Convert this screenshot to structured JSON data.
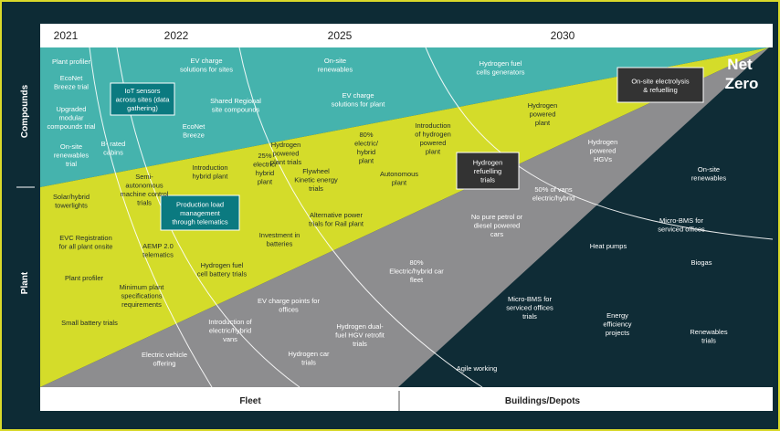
{
  "years": [
    "2021",
    "2022",
    "2025",
    "2030"
  ],
  "sides": {
    "compounds": "Compounds",
    "plant": "Plant"
  },
  "bottom": {
    "fleet": "Fleet",
    "buildings": "Buildings/Depots"
  },
  "net_zero": [
    "Net",
    "Zero"
  ],
  "colors": {
    "frame": "#d9d92a",
    "teal": "#45b3ad",
    "lime": "#d4dc2a",
    "grey": "#8d8d8f",
    "navy": "#0f2c36",
    "dark_box": "#333333",
    "teal_box": "#0b7a80"
  },
  "boxes": [
    {
      "name": "iot-sensors-box",
      "lines": [
        "IoT sensors",
        "across sites (data",
        "gathering)"
      ]
    },
    {
      "name": "production-load-box",
      "lines": [
        "Production load",
        "management",
        "through telematics"
      ]
    },
    {
      "name": "hydrogen-refuelling-box",
      "lines": [
        "Hydrogen",
        "refuelling",
        "trials"
      ]
    },
    {
      "name": "onsite-electrolysis-box",
      "lines": [
        "On-site electrolysis",
        "& refuelling"
      ]
    }
  ],
  "labels": [
    {
      "lines": [
        "Plant profiler"
      ],
      "tone": "light"
    },
    {
      "lines": [
        "EcoNet",
        "Breeze trial"
      ],
      "tone": "light"
    },
    {
      "lines": [
        "Upgraded",
        "modular",
        "compounds trial"
      ],
      "tone": "light"
    },
    {
      "lines": [
        "On-site",
        "renewables",
        "trial"
      ],
      "tone": "light"
    },
    {
      "lines": [
        "B- rated",
        "cabins"
      ],
      "tone": "light"
    },
    {
      "lines": [
        "EV charge",
        "solutions for sites"
      ],
      "tone": "light"
    },
    {
      "lines": [
        "Shared Regional",
        "site compounds"
      ],
      "tone": "light"
    },
    {
      "lines": [
        "EcoNet",
        "Breeze"
      ],
      "tone": "light"
    },
    {
      "lines": [
        "On-site",
        "renewables"
      ],
      "tone": "light"
    },
    {
      "lines": [
        "EV charge",
        "solutions for plant"
      ],
      "tone": "light"
    },
    {
      "lines": [
        "Hydrogen fuel",
        "cells generators"
      ],
      "tone": "light"
    },
    {
      "lines": [
        "Introduction",
        "of hydrogen",
        "powered",
        "plant"
      ],
      "tone": "dark"
    },
    {
      "lines": [
        "Hydrogen",
        "powered",
        "plant"
      ],
      "tone": "dark"
    },
    {
      "lines": [
        "80%",
        "electric/",
        "hybrid",
        "plant"
      ],
      "tone": "dark"
    },
    {
      "lines": [
        "Hydrogen",
        "powered",
        "plant trials"
      ],
      "tone": "dark"
    },
    {
      "lines": [
        "Introduction",
        "hybrid plant"
      ],
      "tone": "dark"
    },
    {
      "lines": [
        "Semi-",
        "autonomous",
        "machine control",
        "trials"
      ],
      "tone": "dark"
    },
    {
      "lines": [
        "25%",
        "electric/",
        "hybrid",
        "plant"
      ],
      "tone": "dark"
    },
    {
      "lines": [
        "Flywheel",
        "Kinetic energy",
        "trials"
      ],
      "tone": "dark"
    },
    {
      "lines": [
        "Autonomous",
        "plant"
      ],
      "tone": "dark"
    },
    {
      "lines": [
        "Solar/hybrid",
        "towerlights"
      ],
      "tone": "dark"
    },
    {
      "lines": [
        "EVC Registration",
        "for all plant onsite"
      ],
      "tone": "dark"
    },
    {
      "lines": [
        "AEMP 2.0",
        "telematics"
      ],
      "tone": "dark"
    },
    {
      "lines": [
        "Investment in",
        "batteries"
      ],
      "tone": "dark"
    },
    {
      "lines": [
        "Alternative power",
        "trials for Rail plant"
      ],
      "tone": "dark"
    },
    {
      "lines": [
        "Plant profiler"
      ],
      "tone": "dark"
    },
    {
      "lines": [
        "Hydrogen fuel",
        "cell battery trials"
      ],
      "tone": "dark"
    },
    {
      "lines": [
        "Minimum plant",
        "specifications",
        "requirements"
      ],
      "tone": "dark"
    },
    {
      "lines": [
        "Small battery trials"
      ],
      "tone": "dark"
    },
    {
      "lines": [
        "Hydrogen",
        "powered",
        "HGVs"
      ],
      "tone": "light"
    },
    {
      "lines": [
        "50% of vans",
        "electric/hybrid"
      ],
      "tone": "light"
    },
    {
      "lines": [
        "No pure petrol or",
        "diesel powered",
        "cars"
      ],
      "tone": "light"
    },
    {
      "lines": [
        "80%",
        "Electric/hybrid  car",
        "fleet"
      ],
      "tone": "light"
    },
    {
      "lines": [
        "EV charge points for",
        "offices"
      ],
      "tone": "light"
    },
    {
      "lines": [
        "Introduction of",
        "electric/hybrid",
        "vans"
      ],
      "tone": "light"
    },
    {
      "lines": [
        "Hydrogen dual-",
        "fuel HGV retrofit",
        "trials"
      ],
      "tone": "light"
    },
    {
      "lines": [
        "Hydrogen car",
        "trials"
      ],
      "tone": "light"
    },
    {
      "lines": [
        "Electric vehicle",
        "offering"
      ],
      "tone": "light"
    },
    {
      "lines": [
        "On-site",
        "renewables"
      ],
      "tone": "light"
    },
    {
      "lines": [
        "Micro-BMS for",
        "serviced offices"
      ],
      "tone": "light"
    },
    {
      "lines": [
        "Heat pumps"
      ],
      "tone": "light"
    },
    {
      "lines": [
        "Biogas"
      ],
      "tone": "light"
    },
    {
      "lines": [
        "Micro-BMS for",
        "serviced offices",
        "trials"
      ],
      "tone": "light"
    },
    {
      "lines": [
        "Energy",
        "efficiency",
        "projects"
      ],
      "tone": "light"
    },
    {
      "lines": [
        "Renewables",
        "trials"
      ],
      "tone": "light"
    },
    {
      "lines": [
        "Agile working"
      ],
      "tone": "light"
    }
  ]
}
